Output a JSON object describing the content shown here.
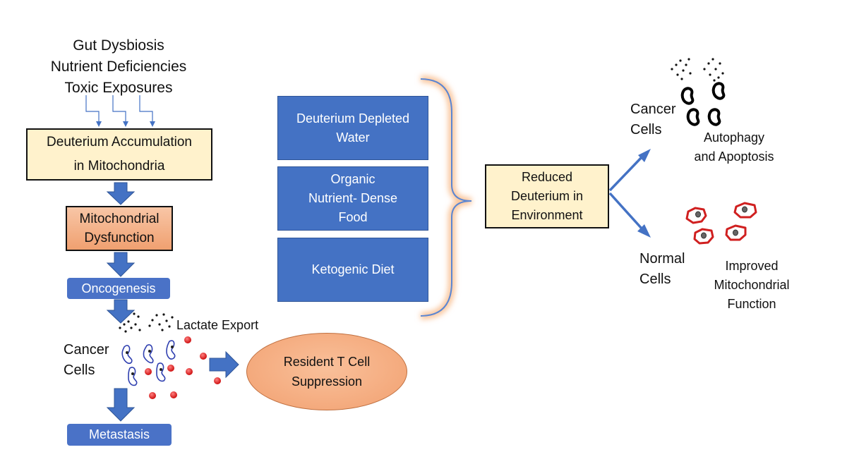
{
  "left_column": {
    "causes": [
      "Gut Dysbiosis",
      "Nutrient Deficiencies",
      "Toxic Exposures"
    ],
    "accumulation": [
      "Deuterium Accumulation",
      "in Mitochondria"
    ],
    "dysfunction": [
      "Mitochondrial",
      "Dysfunction"
    ],
    "oncogenesis": "Oncogenesis",
    "lactate": "Lactate Export",
    "cancer_cells": [
      "Cancer",
      "Cells"
    ],
    "suppression": [
      "Resident T Cell",
      "Suppression"
    ],
    "metastasis": "Metastasis"
  },
  "interventions": [
    {
      "lines": [
        "Deuterium Depleted",
        "Water"
      ]
    },
    {
      "lines": [
        "Organic",
        "Nutrient- Dense",
        "Food"
      ]
    },
    {
      "lines": [
        "Ketogenic Diet"
      ]
    }
  ],
  "outcome": {
    "reduced": [
      "Reduced",
      "Deuterium in",
      "Environment"
    ],
    "cancer_cells": [
      "Cancer",
      "Cells"
    ],
    "autophagy": [
      "Autophagy",
      "and Apoptosis"
    ],
    "normal_cells": [
      "Normal",
      "Cells"
    ],
    "improved": [
      "Improved",
      "Mitochondrial",
      "Function"
    ]
  },
  "colors": {
    "blue": "#4472c4",
    "cream": "#fff2cc",
    "salmon": "#f4b183",
    "red_dot": "#e02020",
    "glow": "#f8cba0"
  }
}
